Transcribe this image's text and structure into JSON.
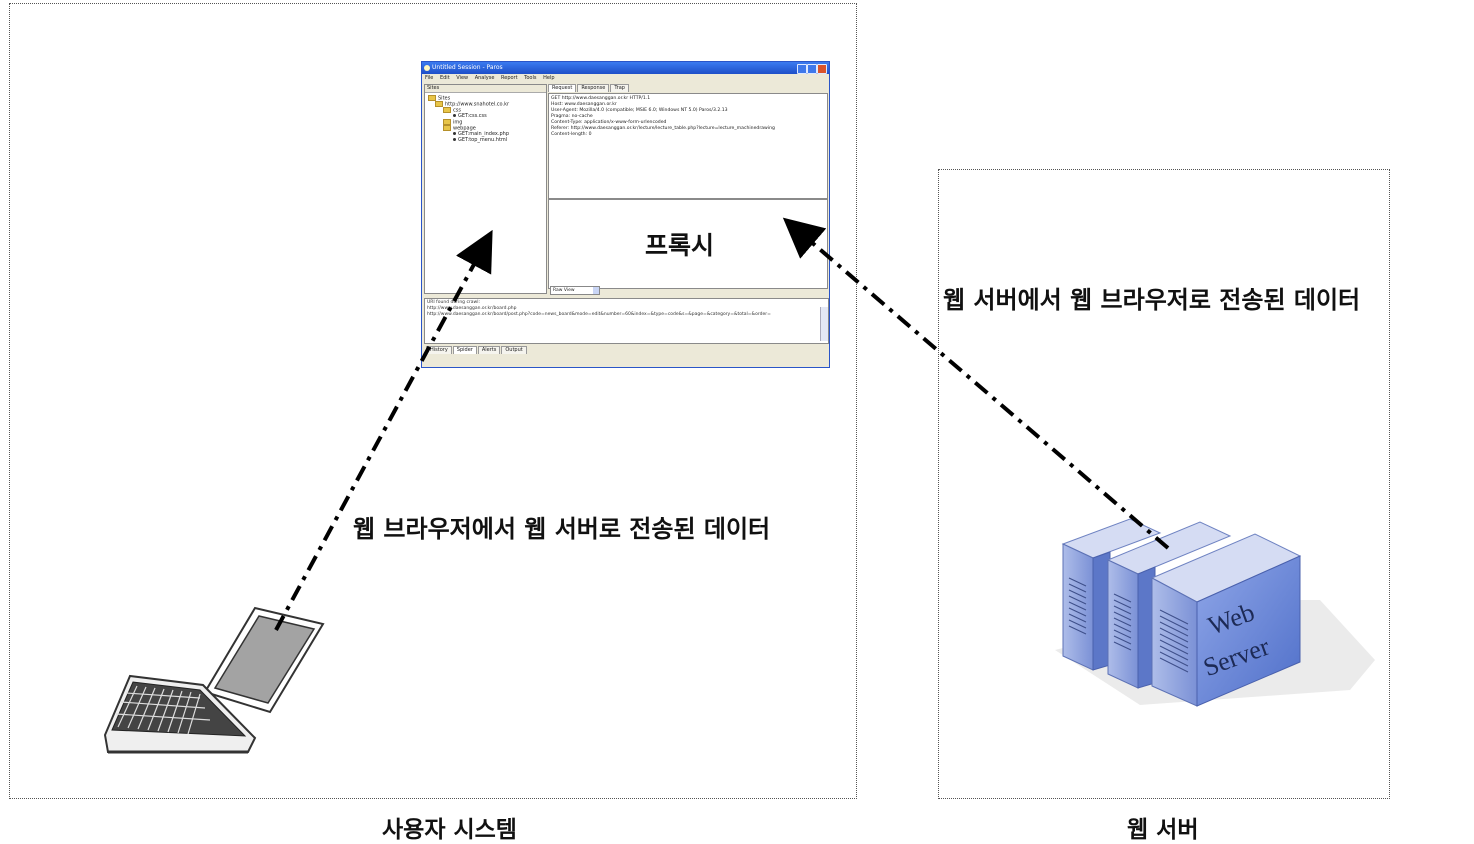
{
  "regions": {
    "user_system": "사용자 시스템",
    "web_server": "웹 서버"
  },
  "flows": {
    "browser_to_server": "웹 브라우저에서 웹 서버로 전송된 데이터",
    "server_to_browser": "웹 서버에서 웹 브라우저로 전송된 데이터"
  },
  "proxy_label": "프록시",
  "server_icon": {
    "line1": "Web",
    "line2": "Server"
  },
  "proxy_app": {
    "title": "Untitled Session - Paros",
    "menu": [
      "File",
      "Edit",
      "View",
      "Analyse",
      "Report",
      "Tools",
      "Help"
    ],
    "sites_header": "Sites",
    "tree": {
      "root": "Sites",
      "host": "http://www.snahotel.co.kr",
      "css_folder": "css",
      "css_get": "GET:css.css",
      "img_folder": "img",
      "webpage_folder": "webpage",
      "get_main": "GET:main_index.php",
      "get_top": "GET:top_menu.html"
    },
    "tabs": [
      "Request",
      "Response",
      "Trap"
    ],
    "request_lines": [
      "GET http://www.daesanggan.or.kr HTTP/1.1",
      "Host: www.daesanggan.or.kr",
      "User-Agent: Mozilla/4.0 (compatible; MSIE 6.0; Windows NT 5.0) Paros/3.2.13",
      "Pragma: no-cache",
      "Content-Type: application/x-www-form-urlencoded",
      "Referer: http://www.daesanggan.or.kr/lecture/lecture_table.php?lecture=lecture_machinedrawing",
      "Content-length: 0"
    ],
    "raw_view": "Raw View",
    "bottom_lines": [
      "URI found during crawl:",
      "http://www.daesanggan.or.kr/board.php",
      "http://www.daesanggan.or.kr/board/post.php?code=news_board&mode=edit&number=60&index=&type=code&s=&page=&category=&total=&order="
    ],
    "bottom_tabs": [
      "History",
      "Spider",
      "Alerts",
      "Output"
    ]
  }
}
